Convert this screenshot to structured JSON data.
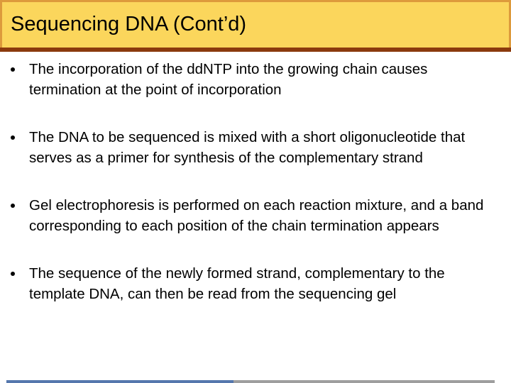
{
  "slide": {
    "title": "Sequencing DNA (Cont’d)",
    "bullets": [
      "The incorporation of the ddNTP into the growing chain causes termination at the point of incorporation",
      "The DNA to be sequenced is mixed with a short oligonucleotide that serves as a primer for synthesis of the complementary strand",
      "Gel electrophoresis is performed on each reaction mixture, and a band corresponding to each position of the chain termination appears",
      "The sequence of the newly formed strand, complementary to the template DNA, can then be read from the sequencing gel"
    ],
    "colors": {
      "banner_fill": "#FBD65C",
      "banner_border": "#DD9A3C",
      "rule": "#8B3A0D",
      "text": "#000000",
      "background": "#FFFFFF",
      "footer_accent_left": "#5577AD",
      "footer_accent_right": "#9E9E9E"
    }
  }
}
